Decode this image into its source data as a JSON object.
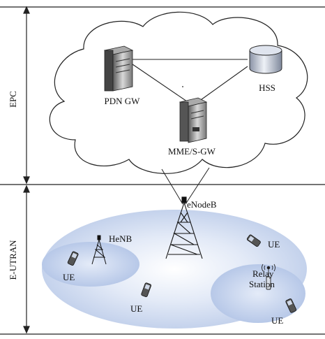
{
  "sections": {
    "epc_label": "EPC",
    "eutran_label": "E-UTRAN"
  },
  "nodes": {
    "pdn_gw": "PDN GW",
    "hss": "HSS",
    "mme_sgw": "MME/S-GW",
    "enodeb": "eNodeB",
    "henb": "HeNB",
    "relay_station_line1": "Relay",
    "relay_station_line2": "Station",
    "ue_left": "UE",
    "ue_right": "UE",
    "ue_center": "UE",
    "ue_relay": "UE"
  },
  "colors": {
    "cell_fill": "#c9d6ee",
    "line": "#222222",
    "cloud_fill": "#ffffff"
  },
  "icons": [
    "server-icon",
    "database-icon",
    "tower-icon",
    "phone-icon",
    "antenna-icon"
  ]
}
